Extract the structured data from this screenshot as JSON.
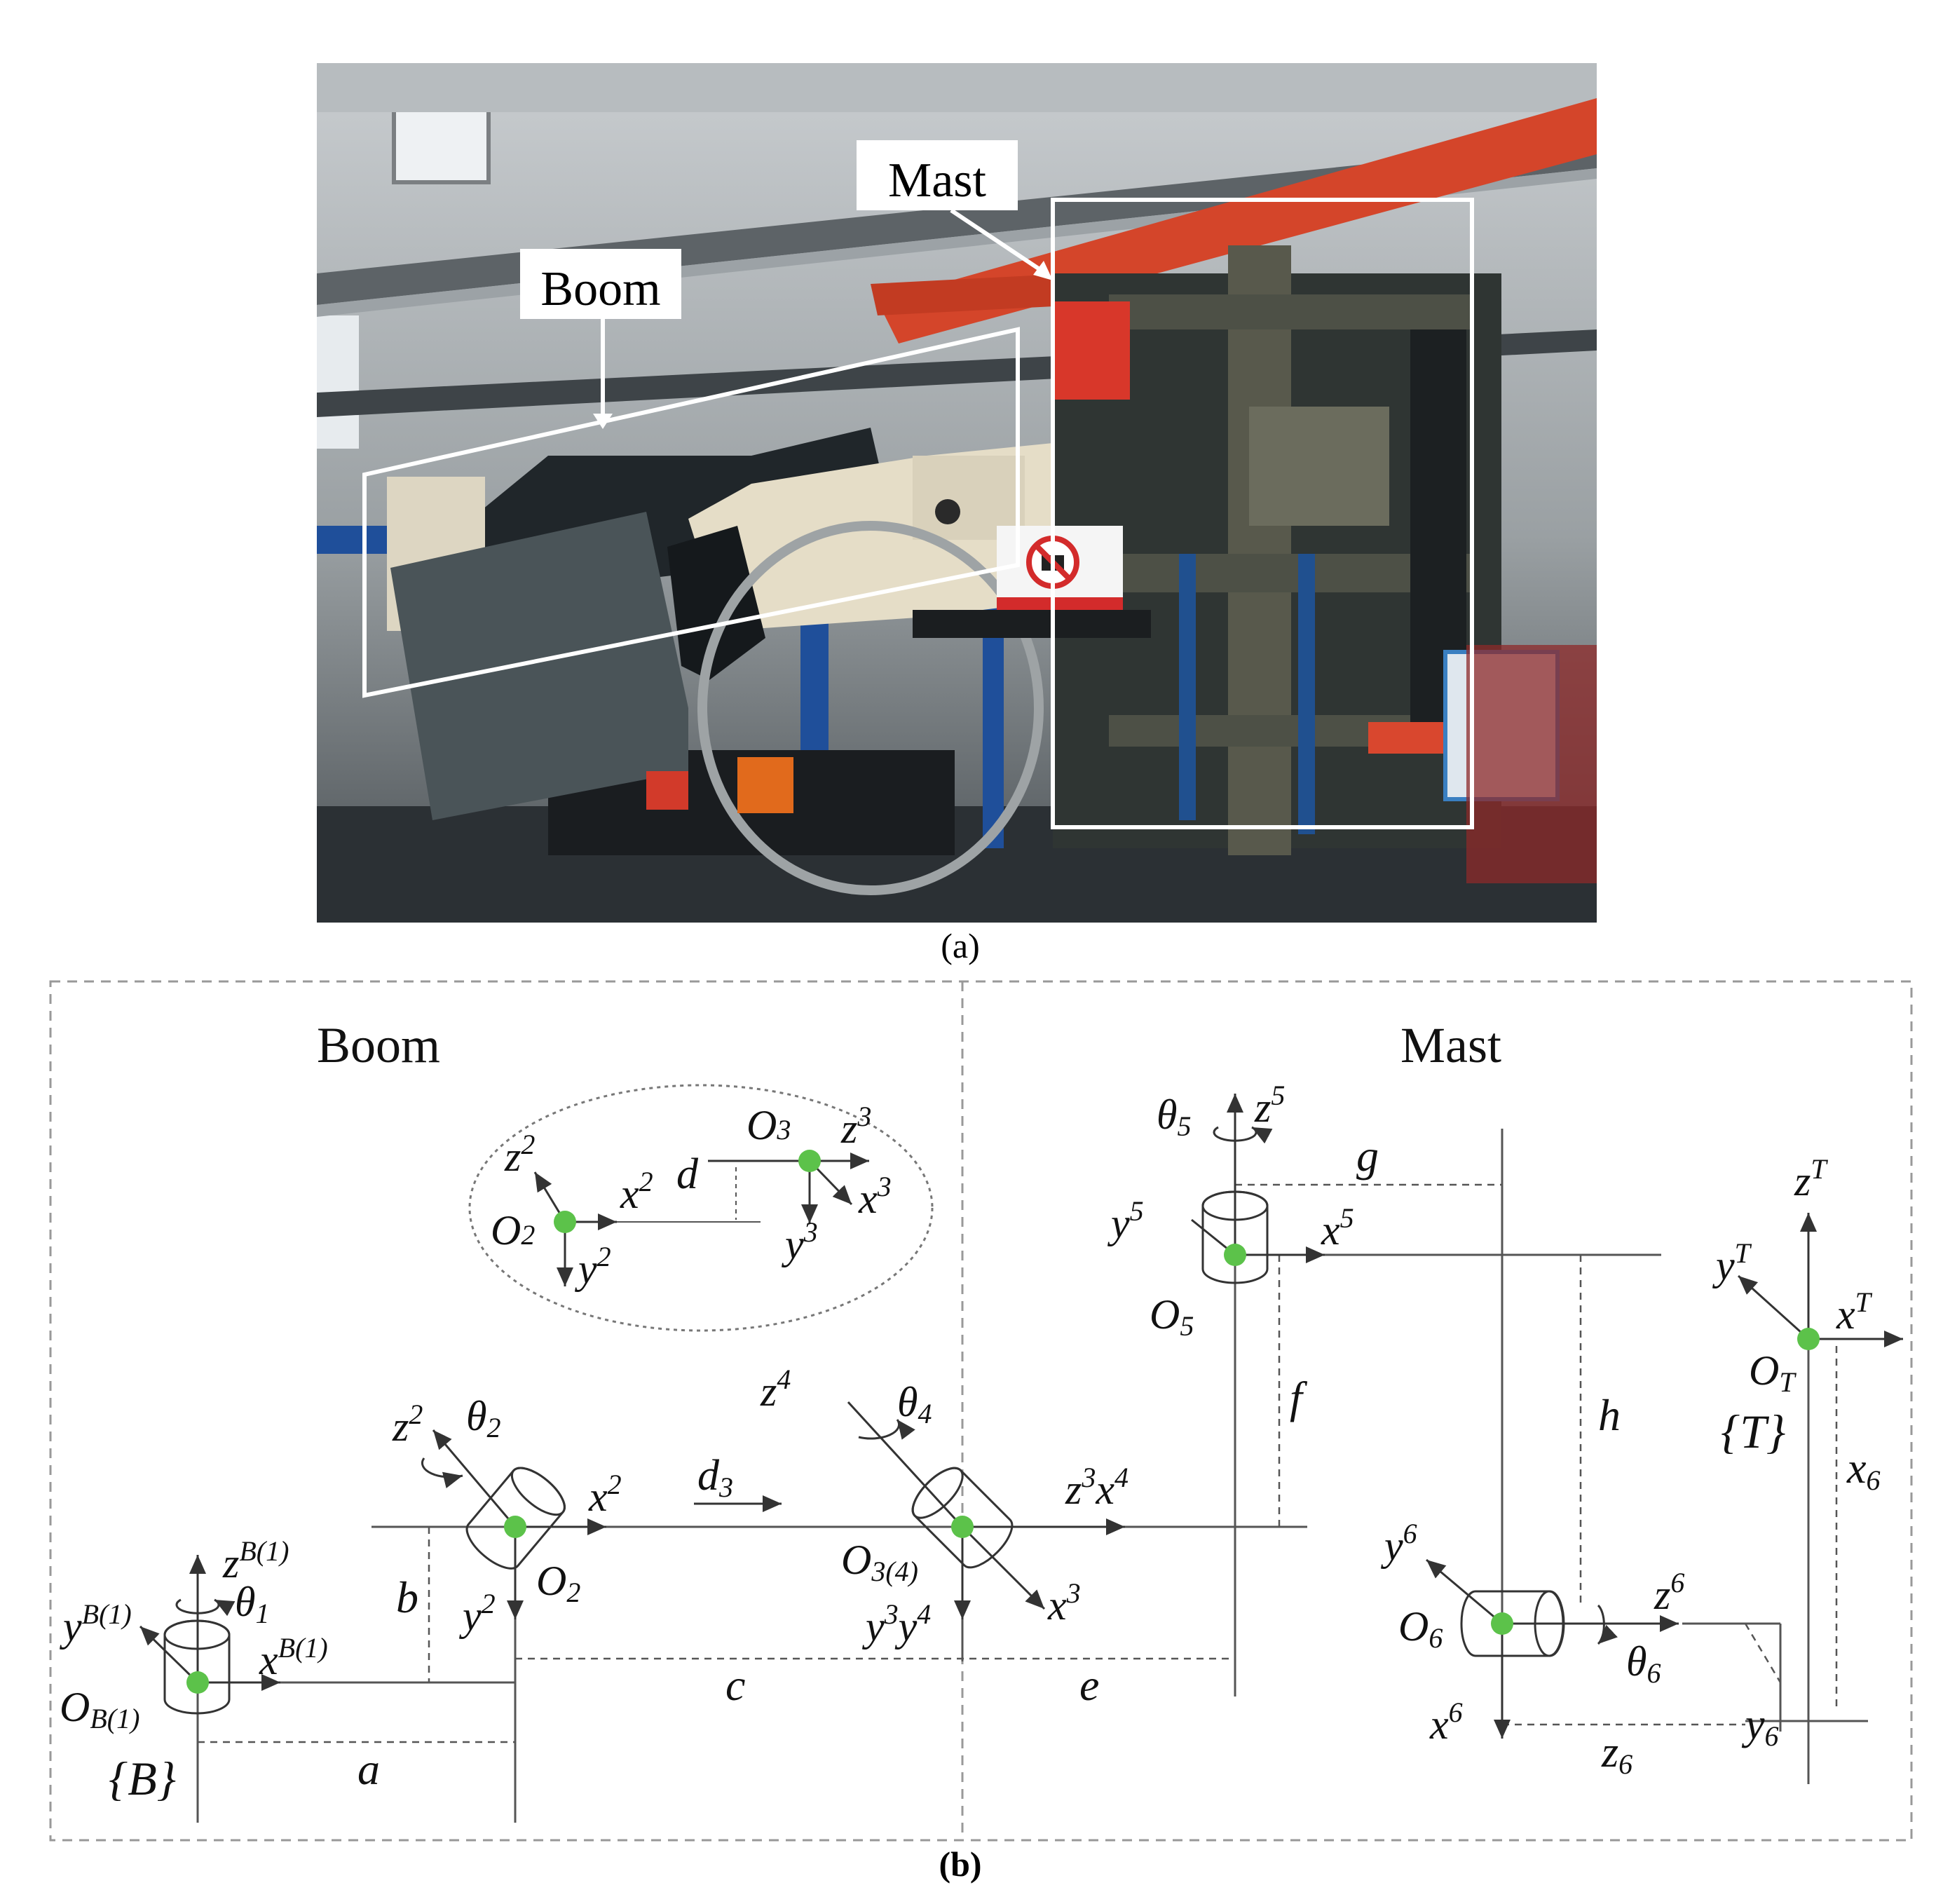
{
  "panel_a": {
    "caption": "(a)",
    "callouts": {
      "boom": "Boom",
      "mast": "Mast"
    },
    "sign_icon": "no-photography-sign-icon"
  },
  "panel_b": {
    "caption": "(b)",
    "sections": {
      "boom": "Boom",
      "mast": "Mast"
    },
    "frames": {
      "B": {
        "origin": "O",
        "origin_sub": "B(1)",
        "x": "x",
        "x_sup": "B(1)",
        "y": "y",
        "y_sup": "B(1)",
        "z": "z",
        "z_sup": "B(1)",
        "theta": "θ",
        "theta_sub": "1",
        "brace": "{B}"
      },
      "f2": {
        "origin": "O",
        "origin_sub": "2",
        "x": "x",
        "x_sup": "2",
        "y": "y",
        "y_sup": "2",
        "z": "z",
        "z_sup": "2",
        "theta": "θ",
        "theta_sub": "2"
      },
      "f34": {
        "origin": "O",
        "origin_sub": "3(4)",
        "zx": "z",
        "zx_sup": "3",
        "xz": "x",
        "xz_sup": "4",
        "y3": "y",
        "y3_sup": "3",
        "y4": "y",
        "y4_sup": "4",
        "x3": "x",
        "x3_sup": "3",
        "z4": "z",
        "z4_sup": "4",
        "theta": "θ",
        "theta_sub": "4"
      },
      "f5": {
        "origin": "O",
        "origin_sub": "5",
        "x": "x",
        "x_sup": "5",
        "y": "y",
        "y_sup": "5",
        "z": "z",
        "z_sup": "5",
        "theta": "θ",
        "theta_sub": "5"
      },
      "f6": {
        "origin": "O",
        "origin_sub": "6",
        "x": "x",
        "x_sup": "6",
        "y": "y",
        "y_sup": "6",
        "z": "z",
        "z_sup": "6",
        "theta": "θ",
        "theta_sub": "6"
      },
      "T": {
        "origin": "O",
        "origin_sub": "T",
        "x": "x",
        "x_sup": "T",
        "y": "y",
        "y_sup": "T",
        "z": "z",
        "z_sup": "T",
        "brace": "{T}"
      }
    },
    "inset": {
      "o2": "O",
      "o2_sub": "2",
      "o3": "O",
      "o3_sub": "3",
      "z2": "z",
      "z2_sup": "2",
      "x2": "x",
      "x2_sup": "2",
      "y2": "y",
      "y2_sup": "2",
      "z3": "z",
      "z3_sup": "3",
      "x3": "x",
      "x3_sup": "3",
      "y3": "y",
      "y3_sup": "3",
      "d": "d"
    },
    "dimensions": {
      "a": "a",
      "b": "b",
      "c": "c",
      "d3": "d",
      "d3_sub": "3",
      "e": "e",
      "f": "f",
      "g": "g",
      "h": "h",
      "x6": "x",
      "x6_sub": "6",
      "y6": "y",
      "y6_sub": "6",
      "z6": "z",
      "z6_sub": "6"
    },
    "colors": {
      "joint": "#5cc24a",
      "line": "#333333",
      "dash": "#555555"
    }
  }
}
